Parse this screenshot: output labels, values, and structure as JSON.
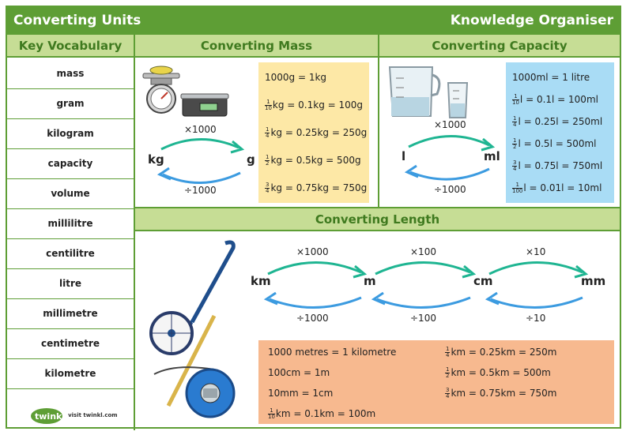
{
  "header": {
    "title": "Converting Units",
    "subtitle": "Knowledge Organiser"
  },
  "sections": {
    "vocab_title": "Key Vocabulary",
    "mass_title": "Converting Mass",
    "capacity_title": "Converting Capacity",
    "length_title": "Converting Length"
  },
  "vocabulary": [
    "mass",
    "gram",
    "kilogram",
    "capacity",
    "volume",
    "millilitre",
    "centilitre",
    "litre",
    "millimetre",
    "centimetre",
    "kilometre"
  ],
  "mass": {
    "from_unit": "kg",
    "to_unit": "g",
    "multiply": "×1000",
    "divide": "÷1000",
    "facts": [
      {
        "frac": null,
        "text": "1000g = 1kg"
      },
      {
        "frac": [
          "1",
          "10"
        ],
        "text": "kg = 0.1kg = 100g"
      },
      {
        "frac": [
          "1",
          "4"
        ],
        "text": "kg = 0.25kg = 250g"
      },
      {
        "frac": [
          "1",
          "2"
        ],
        "text": "kg = 0.5kg = 500g"
      },
      {
        "frac": [
          "3",
          "4"
        ],
        "text": "kg = 0.75kg = 750g"
      }
    ],
    "colors": {
      "box": "#fde8a6"
    }
  },
  "capacity": {
    "from_unit": "l",
    "to_unit": "ml",
    "multiply": "×1000",
    "divide": "÷1000",
    "facts": [
      {
        "frac": null,
        "text": "1000ml = 1 litre"
      },
      {
        "frac": [
          "1",
          "10"
        ],
        "text": "l = 0.1l = 100ml"
      },
      {
        "frac": [
          "1",
          "4"
        ],
        "text": "l = 0.25l = 250ml"
      },
      {
        "frac": [
          "1",
          "2"
        ],
        "text": "l = 0.5l = 500ml"
      },
      {
        "frac": [
          "3",
          "4"
        ],
        "text": "l = 0.75l = 750ml"
      },
      {
        "frac": [
          "1",
          "100"
        ],
        "text": "l = 0.01l = 10ml"
      }
    ],
    "colors": {
      "box": "#a9dcf5"
    }
  },
  "length": {
    "units": [
      "km",
      "m",
      "cm",
      "mm"
    ],
    "multiply": [
      "×1000",
      "×100",
      "×10"
    ],
    "divide": [
      "÷1000",
      "÷100",
      "÷10"
    ],
    "facts_left": [
      {
        "frac": null,
        "text": "1000 metres = 1 kilometre"
      },
      {
        "frac": null,
        "text": "100cm = 1m"
      },
      {
        "frac": null,
        "text": "10mm = 1cm"
      },
      {
        "frac": [
          "1",
          "10"
        ],
        "text": "km = 0.1km = 100m"
      }
    ],
    "facts_right": [
      {
        "frac": [
          "1",
          "4"
        ],
        "text": "km = 0.25km = 250m"
      },
      {
        "frac": [
          "1",
          "2"
        ],
        "text": "km = 0.5km = 500m"
      },
      {
        "frac": [
          "3",
          "4"
        ],
        "text": "km = 0.75km = 750m"
      }
    ],
    "colors": {
      "box": "#f7b98f"
    }
  },
  "logo": {
    "name": "twinkl",
    "url_text": "visit twinkl.com"
  },
  "colors": {
    "green": "#5e9e35",
    "light_green": "#c6dd95",
    "arrow_teal": "#1fb592",
    "arrow_blue": "#3c9be0"
  },
  "icons": {
    "scales": "kitchen-scales-icon",
    "jug": "measuring-jug-icon",
    "wheel": "trundle-wheel-icon",
    "tape": "tape-measure-icon"
  }
}
